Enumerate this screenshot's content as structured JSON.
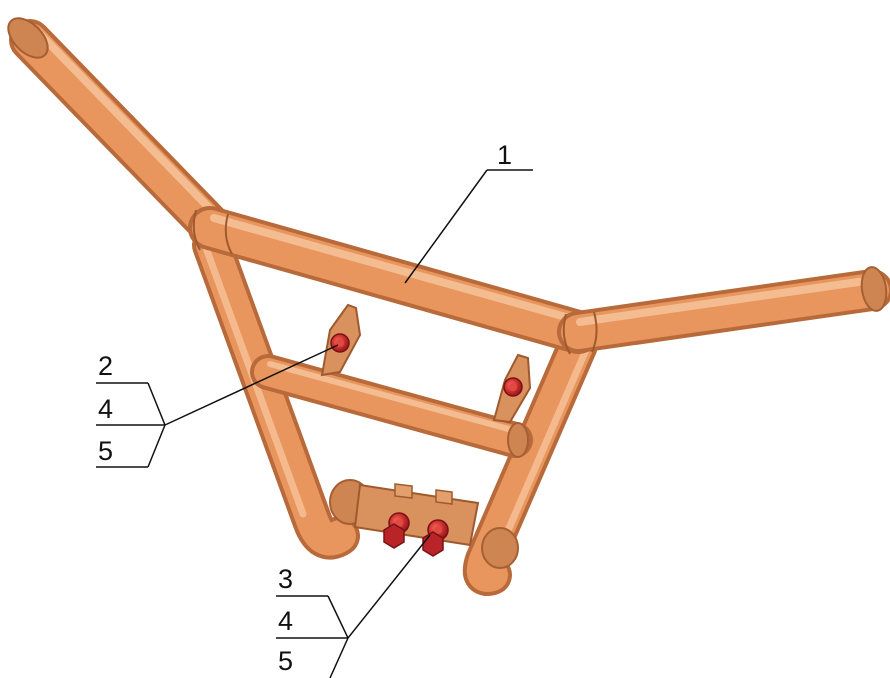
{
  "callouts": {
    "part_main": "1",
    "group_upper": [
      "2",
      "4",
      "5"
    ],
    "group_lower": [
      "3",
      "4",
      "5"
    ]
  },
  "colors": {
    "tube_base": "#e8965e",
    "tube_light": "#f6c39a",
    "tube_dark": "#b86a3a",
    "bracket": "#d9915d",
    "bolt": "#c0262a",
    "bolt_dark": "#7a1215",
    "leader_line": "#111111"
  }
}
